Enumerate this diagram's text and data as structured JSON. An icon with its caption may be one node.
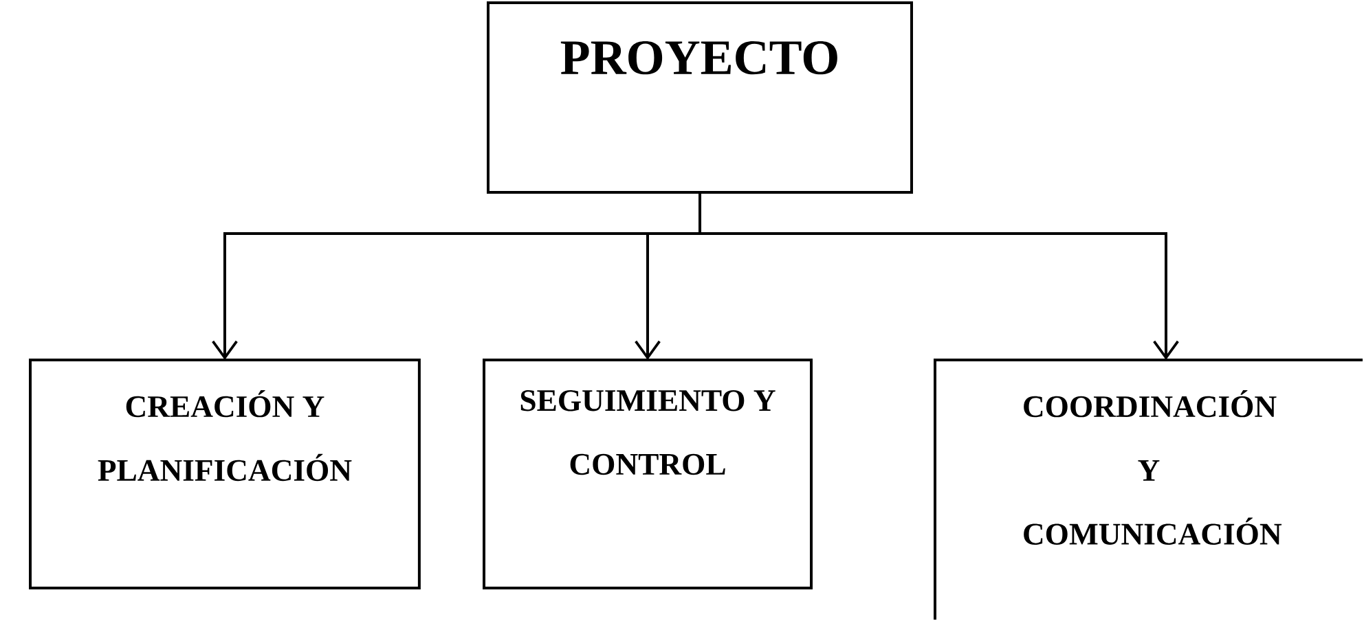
{
  "diagram": {
    "nodes": [
      {
        "text": [
          "PROYECTO"
        ]
      },
      {
        "text": [
          "CREACIÓN Y PLANIFICACIÓN"
        ]
      },
      {
        "text": [
          "SEGUIMIENTO Y CONTROL"
        ]
      },
      {
        "text": [
          "COORDINACIÓN Y COMUNICACIÓN"
        ]
      }
    ],
    "edges": [
      {
        "from": 0,
        "to": 1,
        "arrow": "to"
      },
      {
        "from": 0,
        "to": 2,
        "arrow": "to"
      },
      {
        "from": 0,
        "to": 3,
        "arrow": "to"
      }
    ]
  }
}
